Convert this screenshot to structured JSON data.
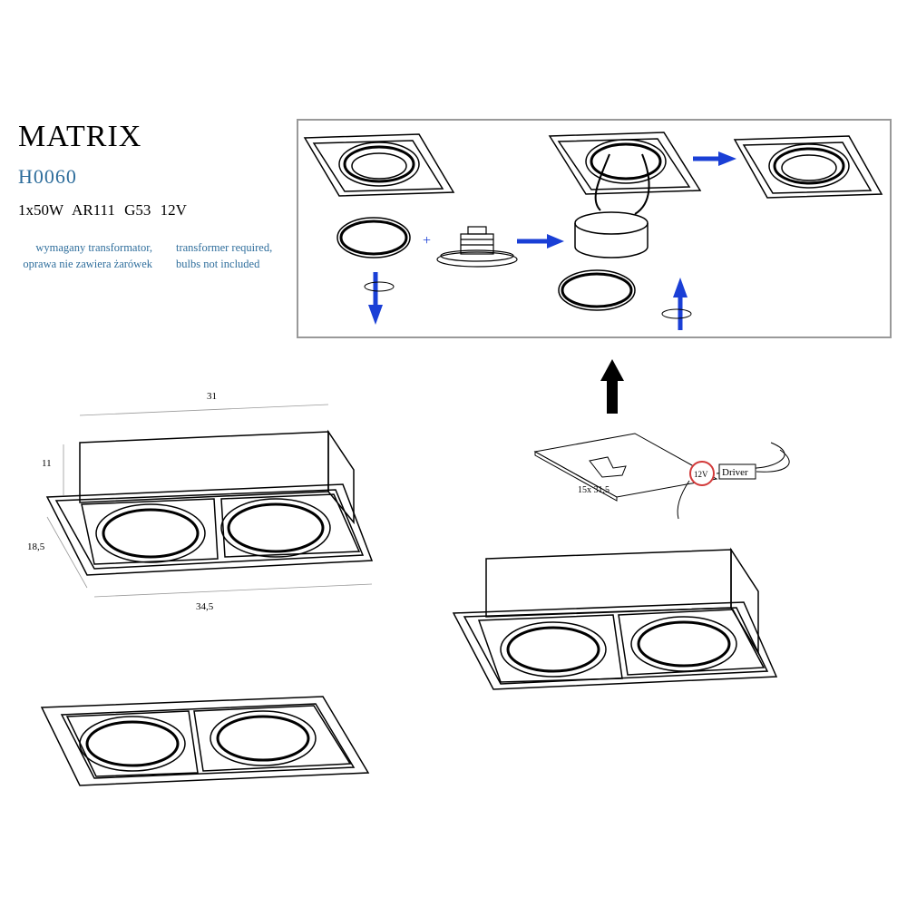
{
  "product": {
    "name": "MATRIX",
    "code": "H0060",
    "specs": "1x50W AR111 G53 12V"
  },
  "notes": {
    "pl_line1": "wymagany transformator,",
    "pl_line2": "oprawa nie zawiera żarówek",
    "en_line1": "transformer required,",
    "en_line2": "bulbs not included"
  },
  "dimensions": {
    "length_top": "31",
    "height": "11",
    "depth": "18,5",
    "length_bottom": "34,5",
    "cutout": "15x 31,5"
  },
  "wiring": {
    "voltage": "12V",
    "driver": "Driver"
  },
  "install_steps": {
    "plus_sign": "+"
  },
  "colors": {
    "accent_blue": "#2f6e9c",
    "arrow_blue": "#1a3fd6",
    "panel_border": "#999999",
    "highlight_red": "#d23a3a"
  }
}
